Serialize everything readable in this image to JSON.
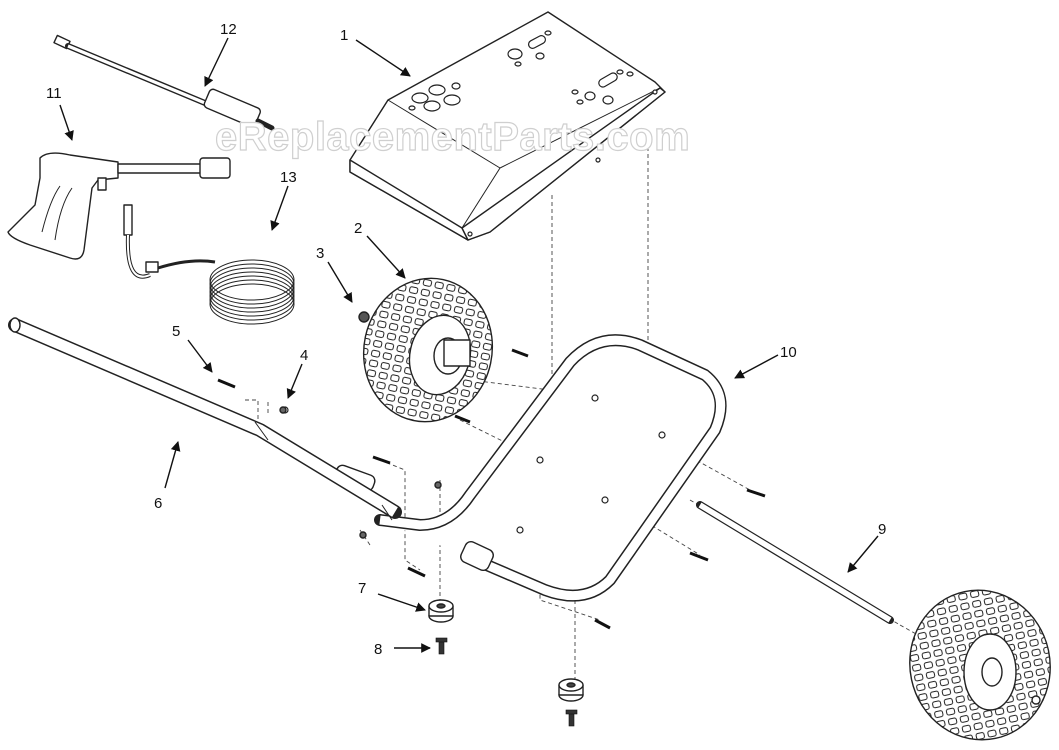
{
  "watermark": "eReplacementParts.com",
  "callouts": {
    "c1": "1",
    "c2": "2",
    "c3": "3",
    "c4": "4",
    "c5": "5",
    "c6": "6",
    "c7": "7",
    "c8": "8",
    "c9": "9",
    "c10": "10",
    "c11": "11",
    "c12": "12",
    "c13": "13"
  }
}
